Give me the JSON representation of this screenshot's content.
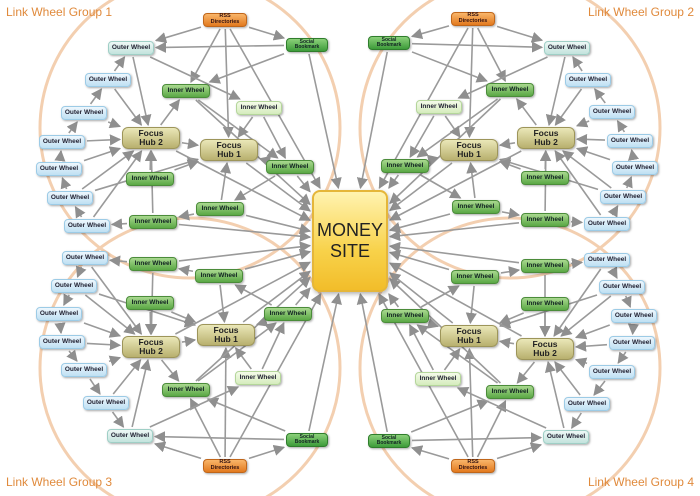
{
  "money_site": "MONEY\nSITE",
  "colors": {
    "circle": "#f3cfb0",
    "edge": "#9a9a9a",
    "title": "#e08a3c"
  },
  "groups": [
    {
      "title": "Link Wheel Group 1",
      "nodes": [
        "RSS\nDirectories",
        "Social\nBookmark",
        "Outer Wheel",
        "Outer Wheel",
        "Outer Wheel",
        "Outer Wheel",
        "Outer Wheel",
        "Outer Wheel",
        "Outer Wheel",
        "Inner Wheel",
        "Inner Wheel",
        "Focus\nHub 2",
        "Focus\nHub 1",
        "Inner Wheel",
        "Inner Wheel",
        "Inner Wheel",
        "Inner Wheel"
      ]
    },
    {
      "title": "Link Wheel Group 2",
      "nodes": [
        "RSS\nDirectories",
        "Social\nBookmark",
        "Outer Wheel",
        "Outer Wheel",
        "Outer Wheel",
        "Outer Wheel",
        "Outer Wheel",
        "Outer Wheel",
        "Outer Wheel",
        "Inner Wheel",
        "Inner Wheel",
        "Focus\nHub 2",
        "Focus\nHub 1",
        "Inner Wheel",
        "Inner Wheel",
        "Inner Wheel",
        "Inner Wheel"
      ]
    },
    {
      "title": "Link Wheel Group 3",
      "nodes": [
        "RSS\nDirectories",
        "Social\nBookmark",
        "Outer Wheel",
        "Outer Wheel",
        "Outer Wheel",
        "Outer Wheel",
        "Outer Wheel",
        "Outer Wheel",
        "Outer Wheel",
        "Inner Wheel",
        "Inner Wheel",
        "Focus\nHub 2",
        "Focus\nHub 1",
        "Inner Wheel",
        "Inner Wheel",
        "Inner Wheel",
        "Inner Wheel"
      ]
    },
    {
      "title": "Link Wheel Group 4",
      "nodes": [
        "RSS\nDirectories",
        "Social\nBookmark",
        "Outer Wheel",
        "Outer Wheel",
        "Outer Wheel",
        "Outer Wheel",
        "Outer Wheel",
        "Outer Wheel",
        "Outer Wheel",
        "Inner Wheel",
        "Inner Wheel",
        "Focus\nHub 2",
        "Focus\nHub 1",
        "Inner Wheel",
        "Inner Wheel",
        "Inner Wheel",
        "Inner Wheel"
      ]
    }
  ]
}
